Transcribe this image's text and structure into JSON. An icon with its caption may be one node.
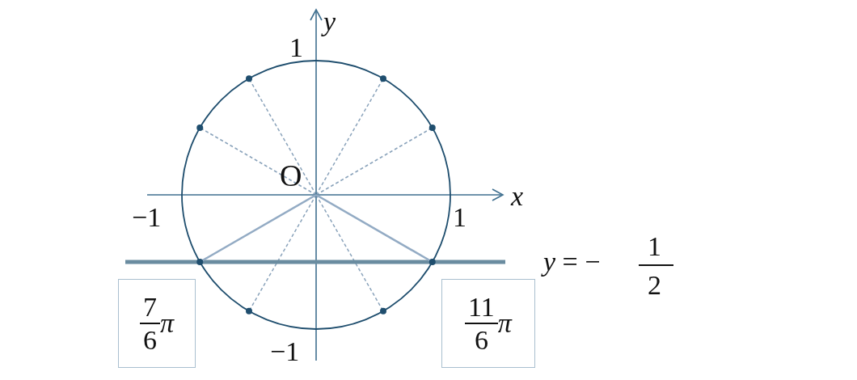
{
  "diagram": {
    "nodes": [
      {
        "text": [
          "7",
          "6",
          "π"
        ]
      },
      {
        "text": [
          "11",
          "6",
          "π"
        ]
      }
    ],
    "labels": [
      "y",
      "1",
      "O",
      "x",
      "−1",
      "1",
      "*y* = −",
      "1",
      "2",
      "−1"
    ]
  }
}
